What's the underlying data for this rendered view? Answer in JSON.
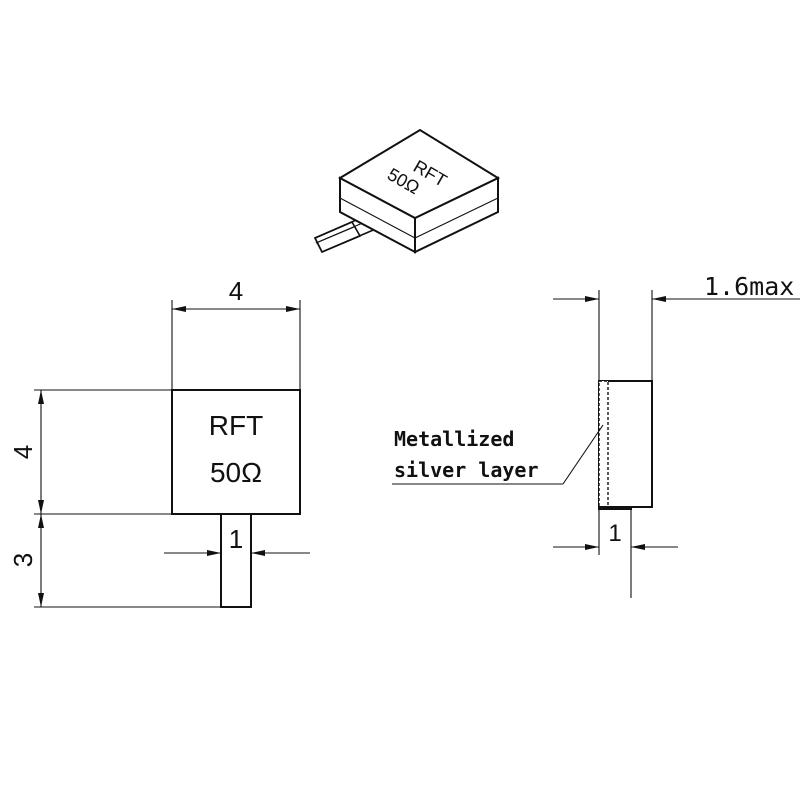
{
  "component": {
    "marking_line1": "RFT",
    "marking_line2": "50Ω"
  },
  "dimensions": {
    "body_width": "4",
    "body_height": "4",
    "tab_length": "3",
    "tab_width": "1",
    "thickness_max": "1.6max",
    "side_tab_width": "1"
  },
  "annotations": {
    "layer_line1": "Metallized",
    "layer_line2": "silver layer"
  }
}
